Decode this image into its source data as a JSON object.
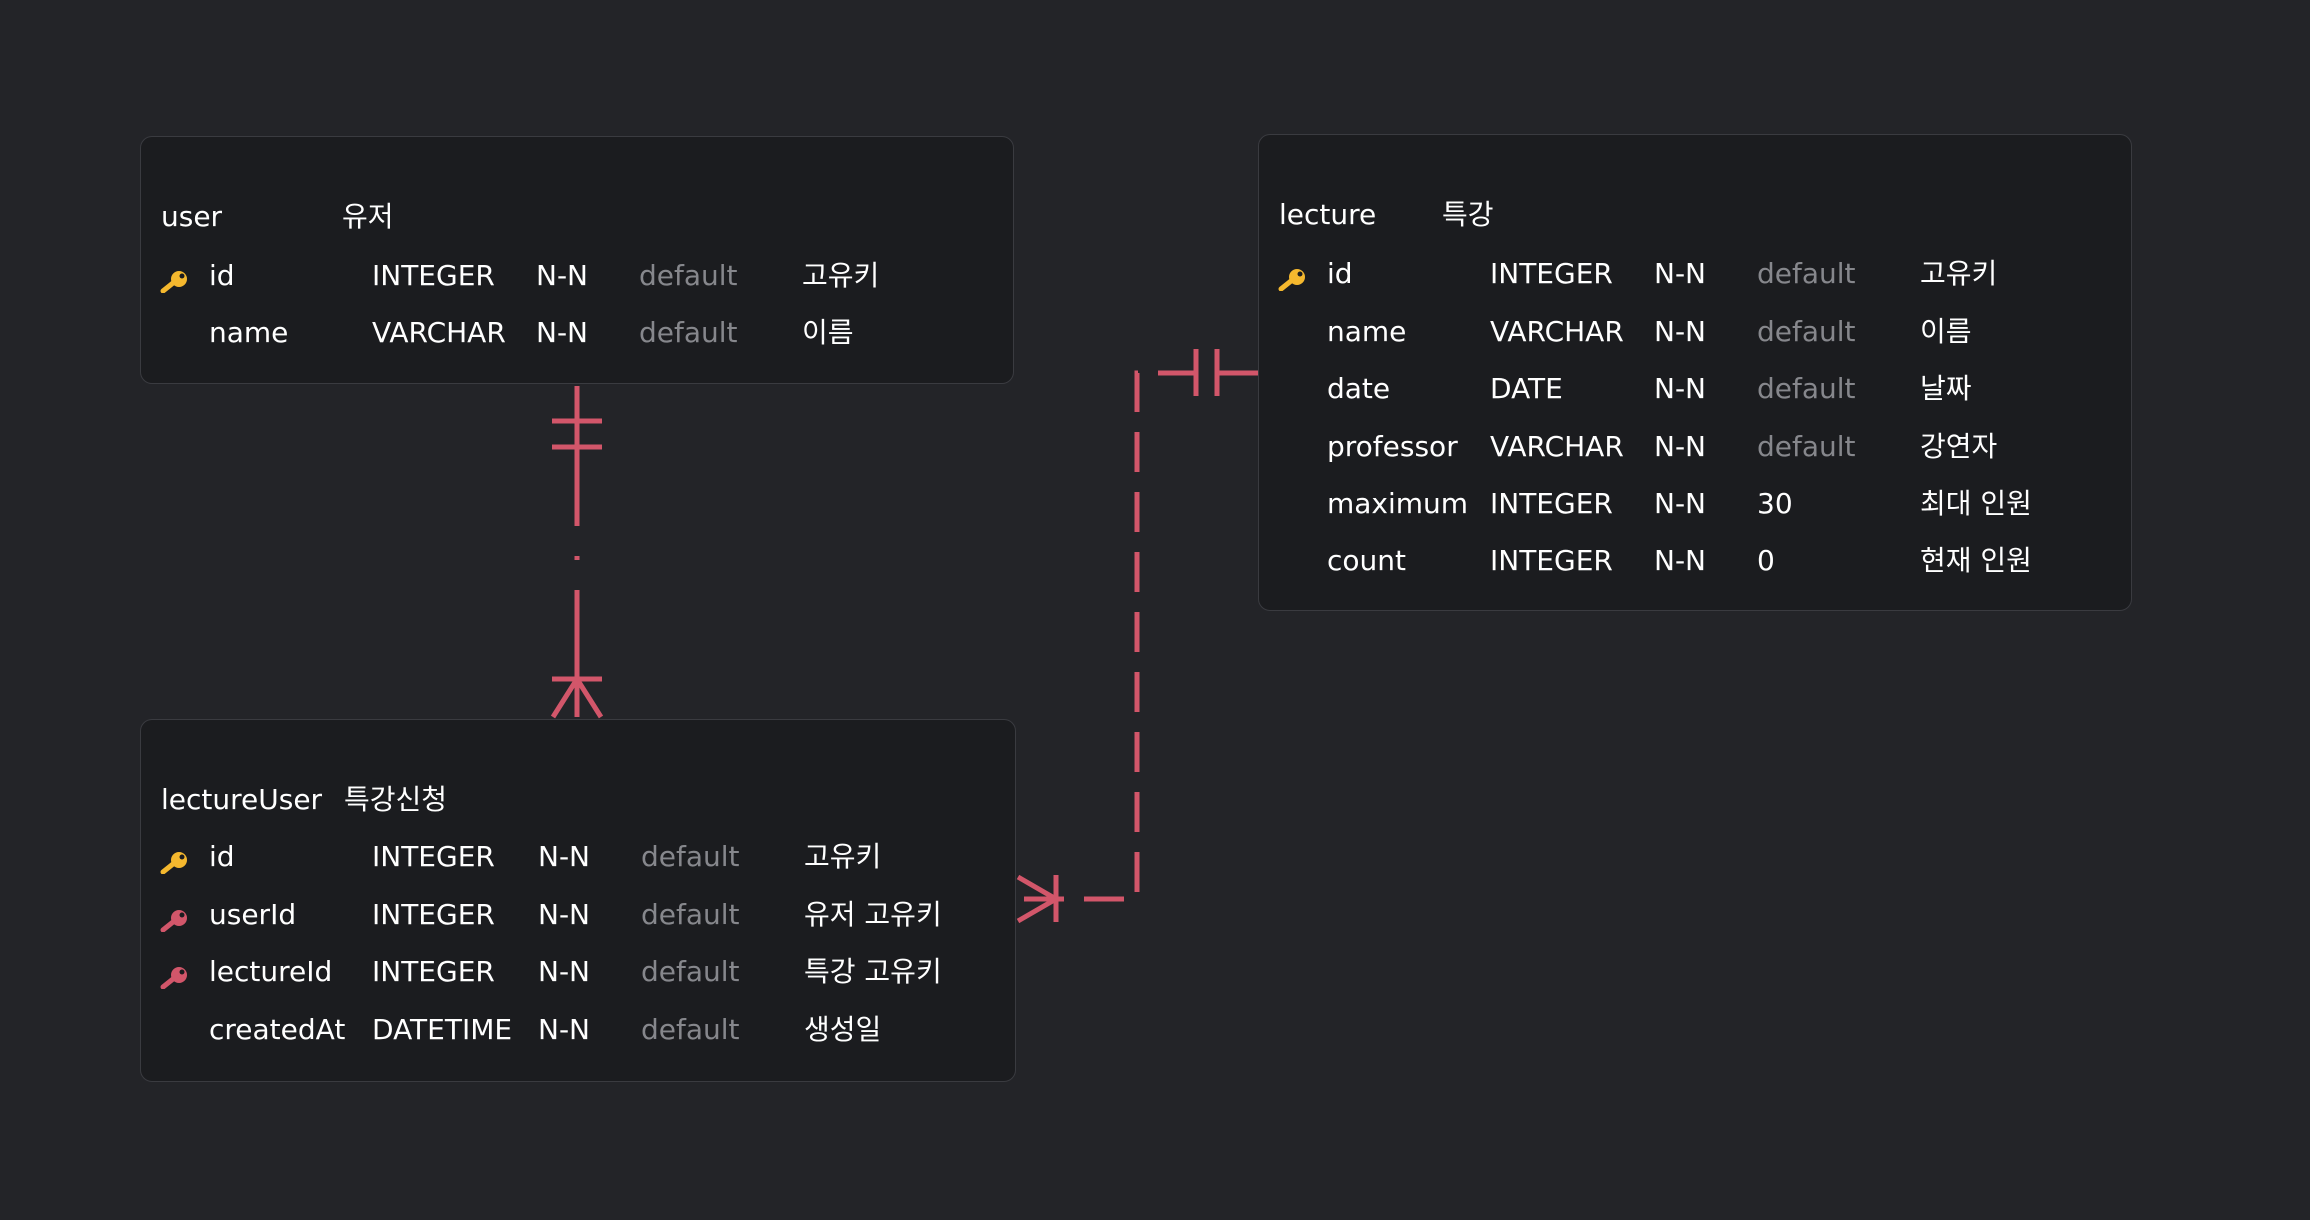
{
  "colors": {
    "background": "#232428",
    "table_background": "#1b1c1f",
    "table_border": "#3a3b40",
    "relation_line": "#d2566a",
    "primary_key_icon": "#f5b82e",
    "foreign_key_icon": "#d2566a",
    "default_placeholder_text": "#86878c"
  },
  "tables": {
    "user": {
      "name": "user",
      "comment": "유저",
      "columns": [
        {
          "key": "primary",
          "key_icon": "key-icon",
          "name": "id",
          "type": "INTEGER",
          "nullability": "N-N",
          "default": "default",
          "default_is_set": false,
          "comment": "고유키"
        },
        {
          "key": "none",
          "name": "name",
          "type": "VARCHAR",
          "nullability": "N-N",
          "default": "default",
          "default_is_set": false,
          "comment": "이름"
        }
      ]
    },
    "lecture": {
      "name": "lecture",
      "comment": "특강",
      "columns": [
        {
          "key": "primary",
          "key_icon": "key-icon",
          "name": "id",
          "type": "INTEGER",
          "nullability": "N-N",
          "default": "default",
          "default_is_set": false,
          "comment": "고유키"
        },
        {
          "key": "none",
          "name": "name",
          "type": "VARCHAR",
          "nullability": "N-N",
          "default": "default",
          "default_is_set": false,
          "comment": "이름"
        },
        {
          "key": "none",
          "name": "date",
          "type": "DATE",
          "nullability": "N-N",
          "default": "default",
          "default_is_set": false,
          "comment": "날짜"
        },
        {
          "key": "none",
          "name": "professor",
          "type": "VARCHAR",
          "nullability": "N-N",
          "default": "default",
          "default_is_set": false,
          "comment": "강연자"
        },
        {
          "key": "none",
          "name": "maximum",
          "type": "INTEGER",
          "nullability": "N-N",
          "default": "30",
          "default_is_set": true,
          "comment": "최대 인원"
        },
        {
          "key": "none",
          "name": "count",
          "type": "INTEGER",
          "nullability": "N-N",
          "default": "0",
          "default_is_set": true,
          "comment": "현재 인원"
        }
      ]
    },
    "lectureUser": {
      "name": "lectureUser",
      "comment": "특강신청",
      "columns": [
        {
          "key": "primary",
          "key_icon": "key-icon",
          "name": "id",
          "type": "INTEGER",
          "nullability": "N-N",
          "default": "default",
          "default_is_set": false,
          "comment": "고유키"
        },
        {
          "key": "foreign",
          "key_icon": "foreign-key-icon",
          "name": "userId",
          "type": "INTEGER",
          "nullability": "N-N",
          "default": "default",
          "default_is_set": false,
          "comment": "유저 고유키"
        },
        {
          "key": "foreign",
          "key_icon": "foreign-key-icon",
          "name": "lectureId",
          "type": "INTEGER",
          "nullability": "N-N",
          "default": "default",
          "default_is_set": false,
          "comment": "특강 고유키"
        },
        {
          "key": "none",
          "name": "createdAt",
          "type": "DATETIME",
          "nullability": "N-N",
          "default": "default",
          "default_is_set": false,
          "comment": "생성일"
        }
      ]
    }
  },
  "relations": [
    {
      "from_table": "user",
      "to_table": "lectureUser",
      "from_cardinality": "one-and-only-one",
      "to_cardinality": "one-or-many",
      "style": "dashed"
    },
    {
      "from_table": "lecture",
      "to_table": "lectureUser",
      "from_cardinality": "one-and-only-one",
      "to_cardinality": "one-or-many",
      "style": "dashed"
    }
  ]
}
